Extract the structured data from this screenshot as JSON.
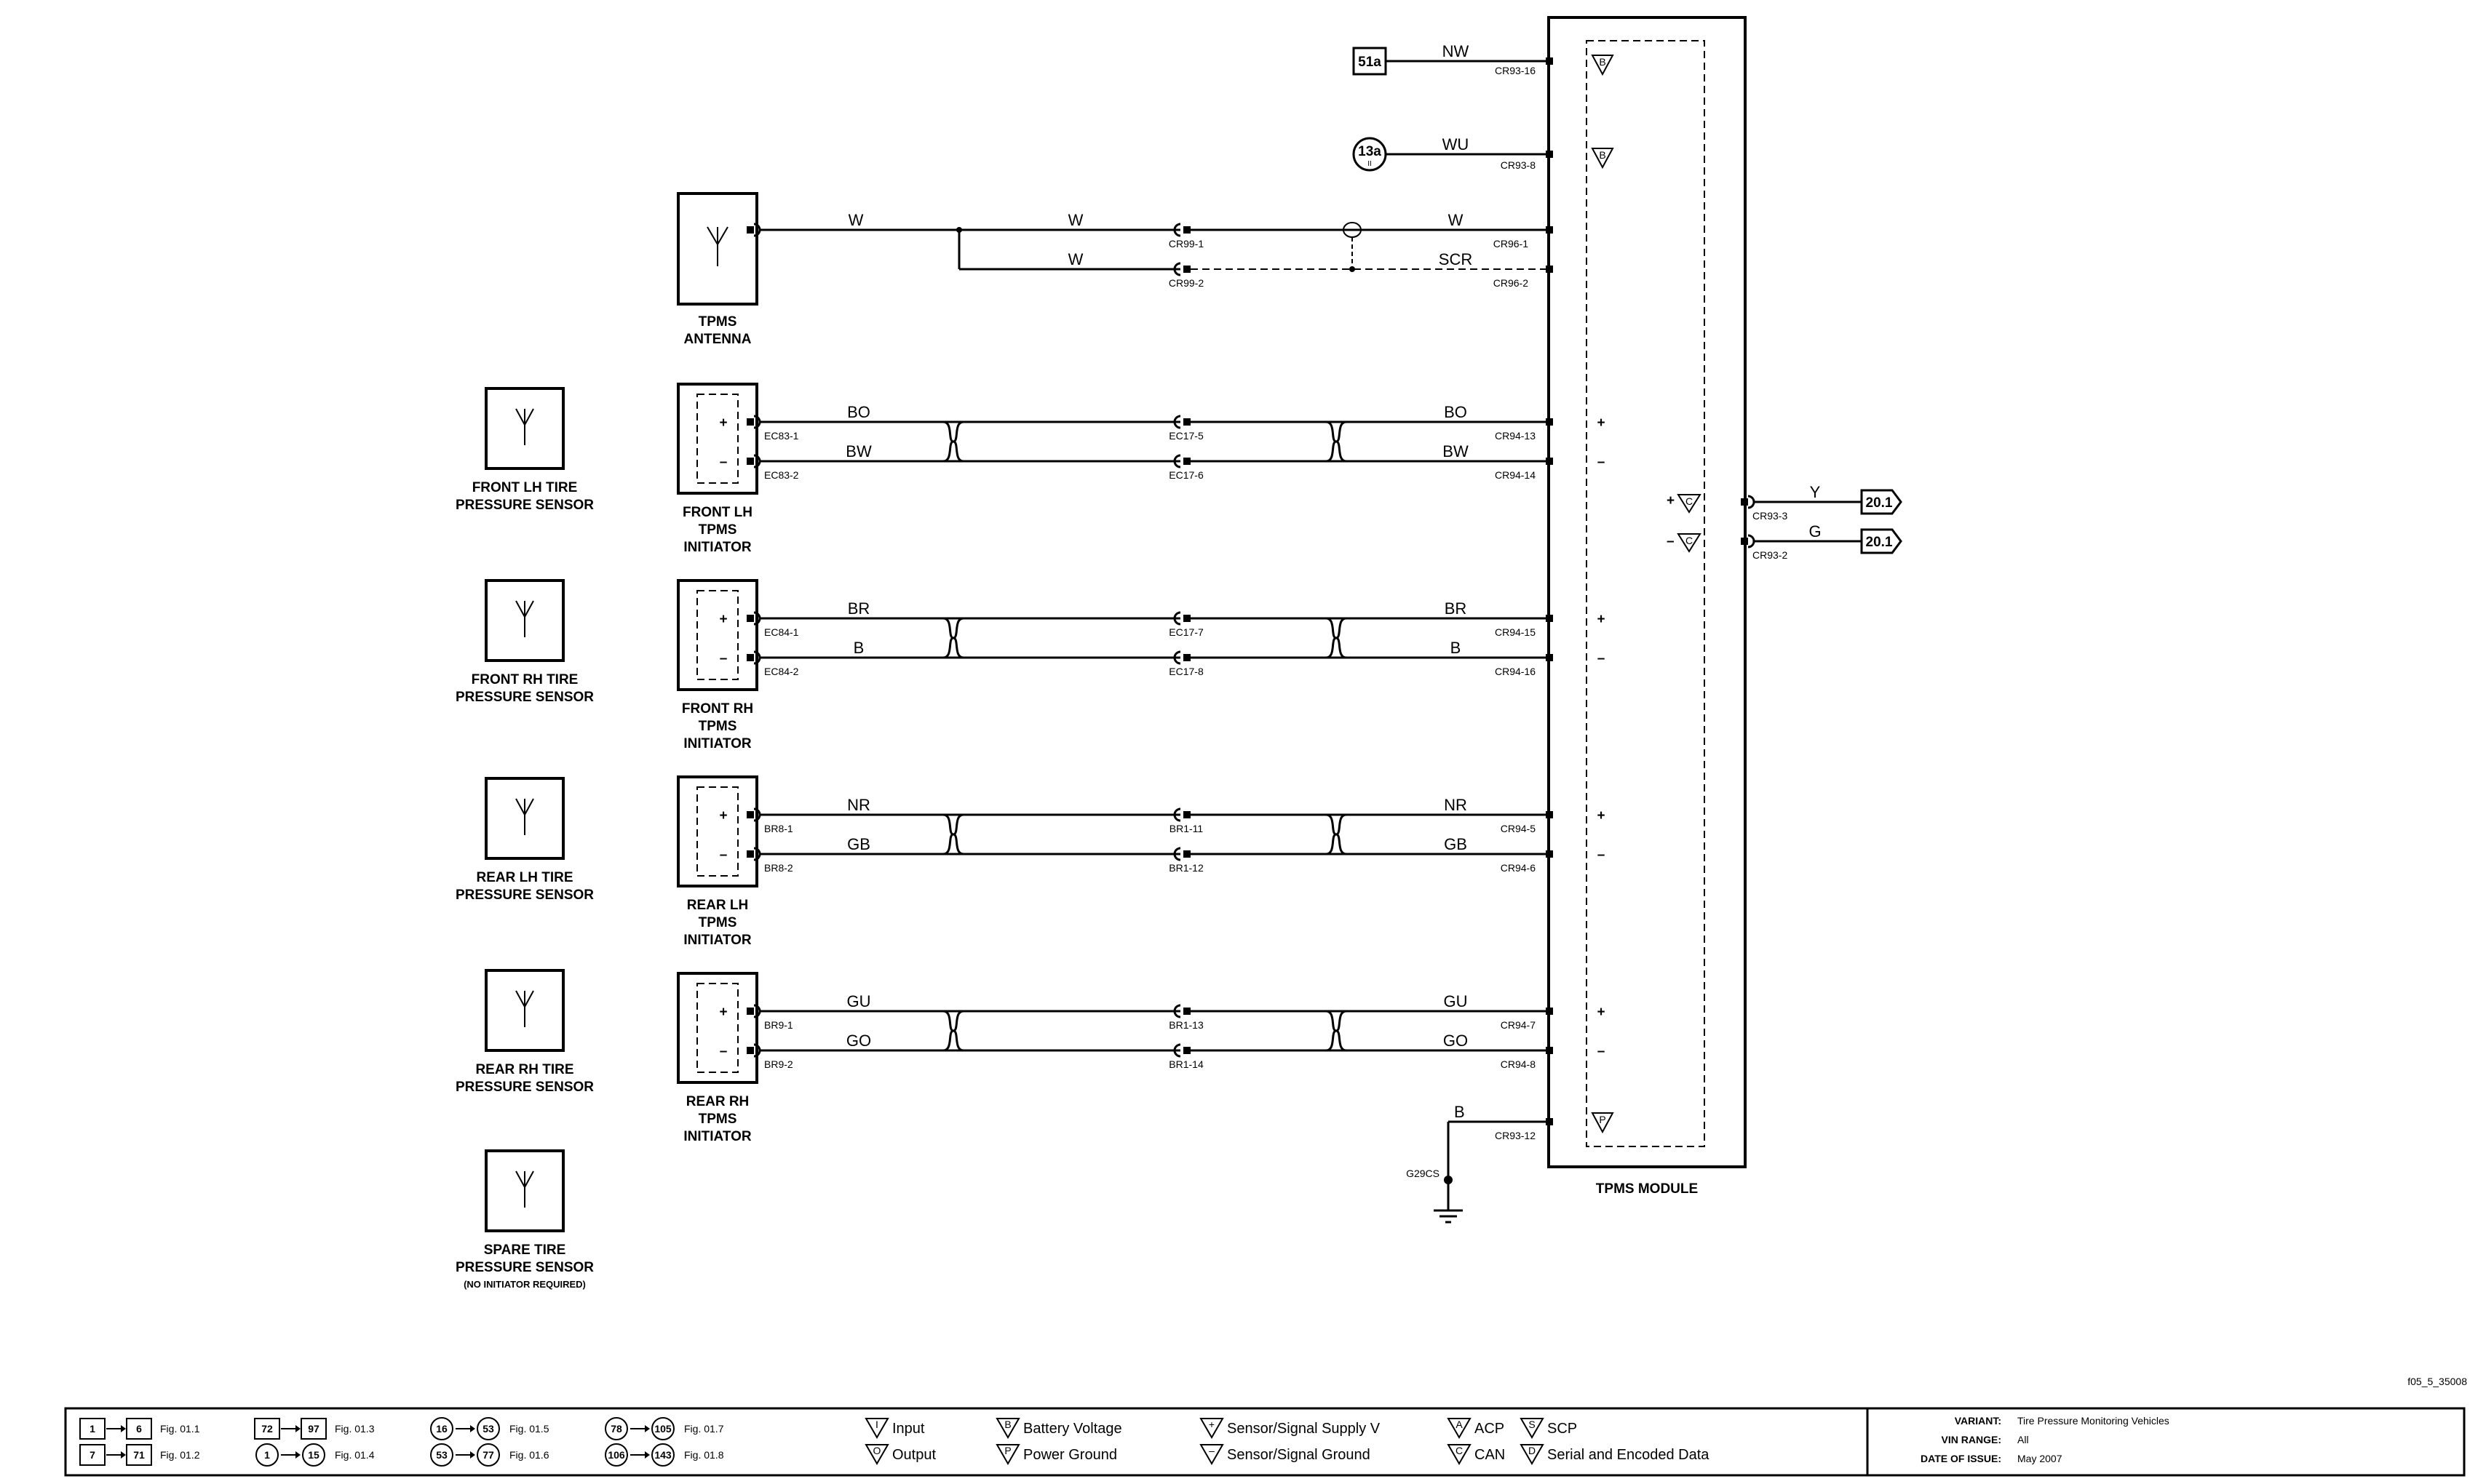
{
  "top_refs": [
    {
      "id": "ref-51a",
      "label": "51a",
      "wire": "NW",
      "connector": "CR93-16",
      "symbol": "B"
    },
    {
      "id": "ref-13a",
      "label": "13a",
      "sub": "II",
      "wire": "WU",
      "connector": "CR93-8",
      "symbol": "B"
    }
  ],
  "antenna": {
    "name": "TPMS ANTENNA",
    "name_lines": [
      "TPMS",
      "ANTENNA"
    ],
    "wire_main": "W",
    "wire_mid": "W",
    "wire_lower": "W",
    "wire_right": "W",
    "wire_scr": "SCR",
    "conn_mid1": "CR99-1",
    "conn_mid2": "CR99-2",
    "conn_mod1": "CR96-1",
    "conn_mod2": "CR96-2"
  },
  "sensors": [
    {
      "lines": [
        "FRONT LH TIRE",
        "PRESSURE SENSOR"
      ]
    },
    {
      "lines": [
        "FRONT RH TIRE",
        "PRESSURE SENSOR"
      ]
    },
    {
      "lines": [
        "REAR LH TIRE",
        "PRESSURE SENSOR"
      ]
    },
    {
      "lines": [
        "REAR RH TIRE",
        "PRESSURE SENSOR"
      ]
    },
    {
      "lines": [
        "SPARE TIRE",
        "PRESSURE SENSOR"
      ],
      "note": "(NO INITIATOR REQUIRED)"
    }
  ],
  "initiators": [
    {
      "lines": [
        "FRONT LH",
        "TPMS",
        "INITIATOR"
      ],
      "wires": [
        {
          "sign": "+",
          "conn_l": "EC83-1",
          "wire_l": "BO",
          "conn_m": "EC17-5",
          "wire_r": "BO",
          "conn_r": "CR94-13"
        },
        {
          "sign": "–",
          "conn_l": "EC83-2",
          "wire_l": "BW",
          "conn_m": "EC17-6",
          "wire_r": "BW",
          "conn_r": "CR94-14"
        }
      ]
    },
    {
      "lines": [
        "FRONT RH",
        "TPMS",
        "INITIATOR"
      ],
      "wires": [
        {
          "sign": "+",
          "conn_l": "EC84-1",
          "wire_l": "BR",
          "conn_m": "EC17-7",
          "wire_r": "BR",
          "conn_r": "CR94-15"
        },
        {
          "sign": "–",
          "conn_l": "EC84-2",
          "wire_l": "B",
          "conn_m": "EC17-8",
          "wire_r": "B",
          "conn_r": "CR94-16"
        }
      ]
    },
    {
      "lines": [
        "REAR LH",
        "TPMS",
        "INITIATOR"
      ],
      "wires": [
        {
          "sign": "+",
          "conn_l": "BR8-1",
          "wire_l": "NR",
          "conn_m": "BR1-11",
          "wire_r": "NR",
          "conn_r": "CR94-5"
        },
        {
          "sign": "–",
          "conn_l": "BR8-2",
          "wire_l": "GB",
          "conn_m": "BR1-12",
          "wire_r": "GB",
          "conn_r": "CR94-6"
        }
      ]
    },
    {
      "lines": [
        "REAR RH",
        "TPMS",
        "INITIATOR"
      ],
      "wires": [
        {
          "sign": "+",
          "conn_l": "BR9-1",
          "wire_l": "GU",
          "conn_m": "BR1-13",
          "wire_r": "GU",
          "conn_r": "CR94-7"
        },
        {
          "sign": "–",
          "conn_l": "BR9-2",
          "wire_l": "GO",
          "conn_m": "BR1-14",
          "wire_r": "GO",
          "conn_r": "CR94-8"
        }
      ]
    }
  ],
  "ground": {
    "wire": "B",
    "connector": "CR93-12",
    "point": "G29CS",
    "symbol": "P"
  },
  "module": {
    "name": "TPMS MODULE"
  },
  "can_outputs": [
    {
      "sign": "+",
      "symbol": "C",
      "connector": "CR93-3",
      "wire": "Y",
      "ref": "20.1"
    },
    {
      "sign": "–",
      "symbol": "C",
      "connector": "CR93-2",
      "wire": "G",
      "ref": "20.1"
    }
  ],
  "figure_id": "f05_5_35008",
  "legend": {
    "figs": [
      {
        "a": "1",
        "b": "6",
        "fig": "Fig. 01.1",
        "shape": "box"
      },
      {
        "a": "7",
        "b": "71",
        "fig": "Fig. 01.2",
        "shape": "box"
      },
      {
        "a": "72",
        "b": "97",
        "fig": "Fig. 01.3",
        "shape": "box"
      },
      {
        "a": "1",
        "b": "15",
        "fig": "Fig. 01.4",
        "shape": "circle"
      },
      {
        "a": "16",
        "b": "53",
        "fig": "Fig. 01.5",
        "shape": "circle"
      },
      {
        "a": "53",
        "b": "77",
        "fig": "Fig. 01.6",
        "shape": "circle"
      },
      {
        "a": "78",
        "b": "105",
        "fig": "Fig. 01.7",
        "shape": "circle"
      },
      {
        "a": "106",
        "b": "143",
        "fig": "Fig. 01.8",
        "shape": "circle"
      }
    ],
    "symbols": [
      {
        "sym": "I",
        "label": "Input"
      },
      {
        "sym": "O",
        "label": "Output"
      },
      {
        "sym": "B",
        "label": "Battery Voltage"
      },
      {
        "sym": "P",
        "label": "Power Ground"
      },
      {
        "sym": "+",
        "label": "Sensor/Signal Supply V"
      },
      {
        "sym": "–",
        "label": "Sensor/Signal Ground"
      },
      {
        "sym": "A",
        "label": "ACP"
      },
      {
        "sym": "C",
        "label": "CAN"
      },
      {
        "sym": "S",
        "label": "SCP"
      },
      {
        "sym": "D",
        "label": "Serial and Encoded Data"
      }
    ],
    "info": [
      {
        "key": "VARIANT:",
        "value": "Tire Pressure Monitoring Vehicles"
      },
      {
        "key": "VIN RANGE:",
        "value": "All"
      },
      {
        "key": "DATE OF ISSUE:",
        "value": "May 2007"
      }
    ]
  }
}
